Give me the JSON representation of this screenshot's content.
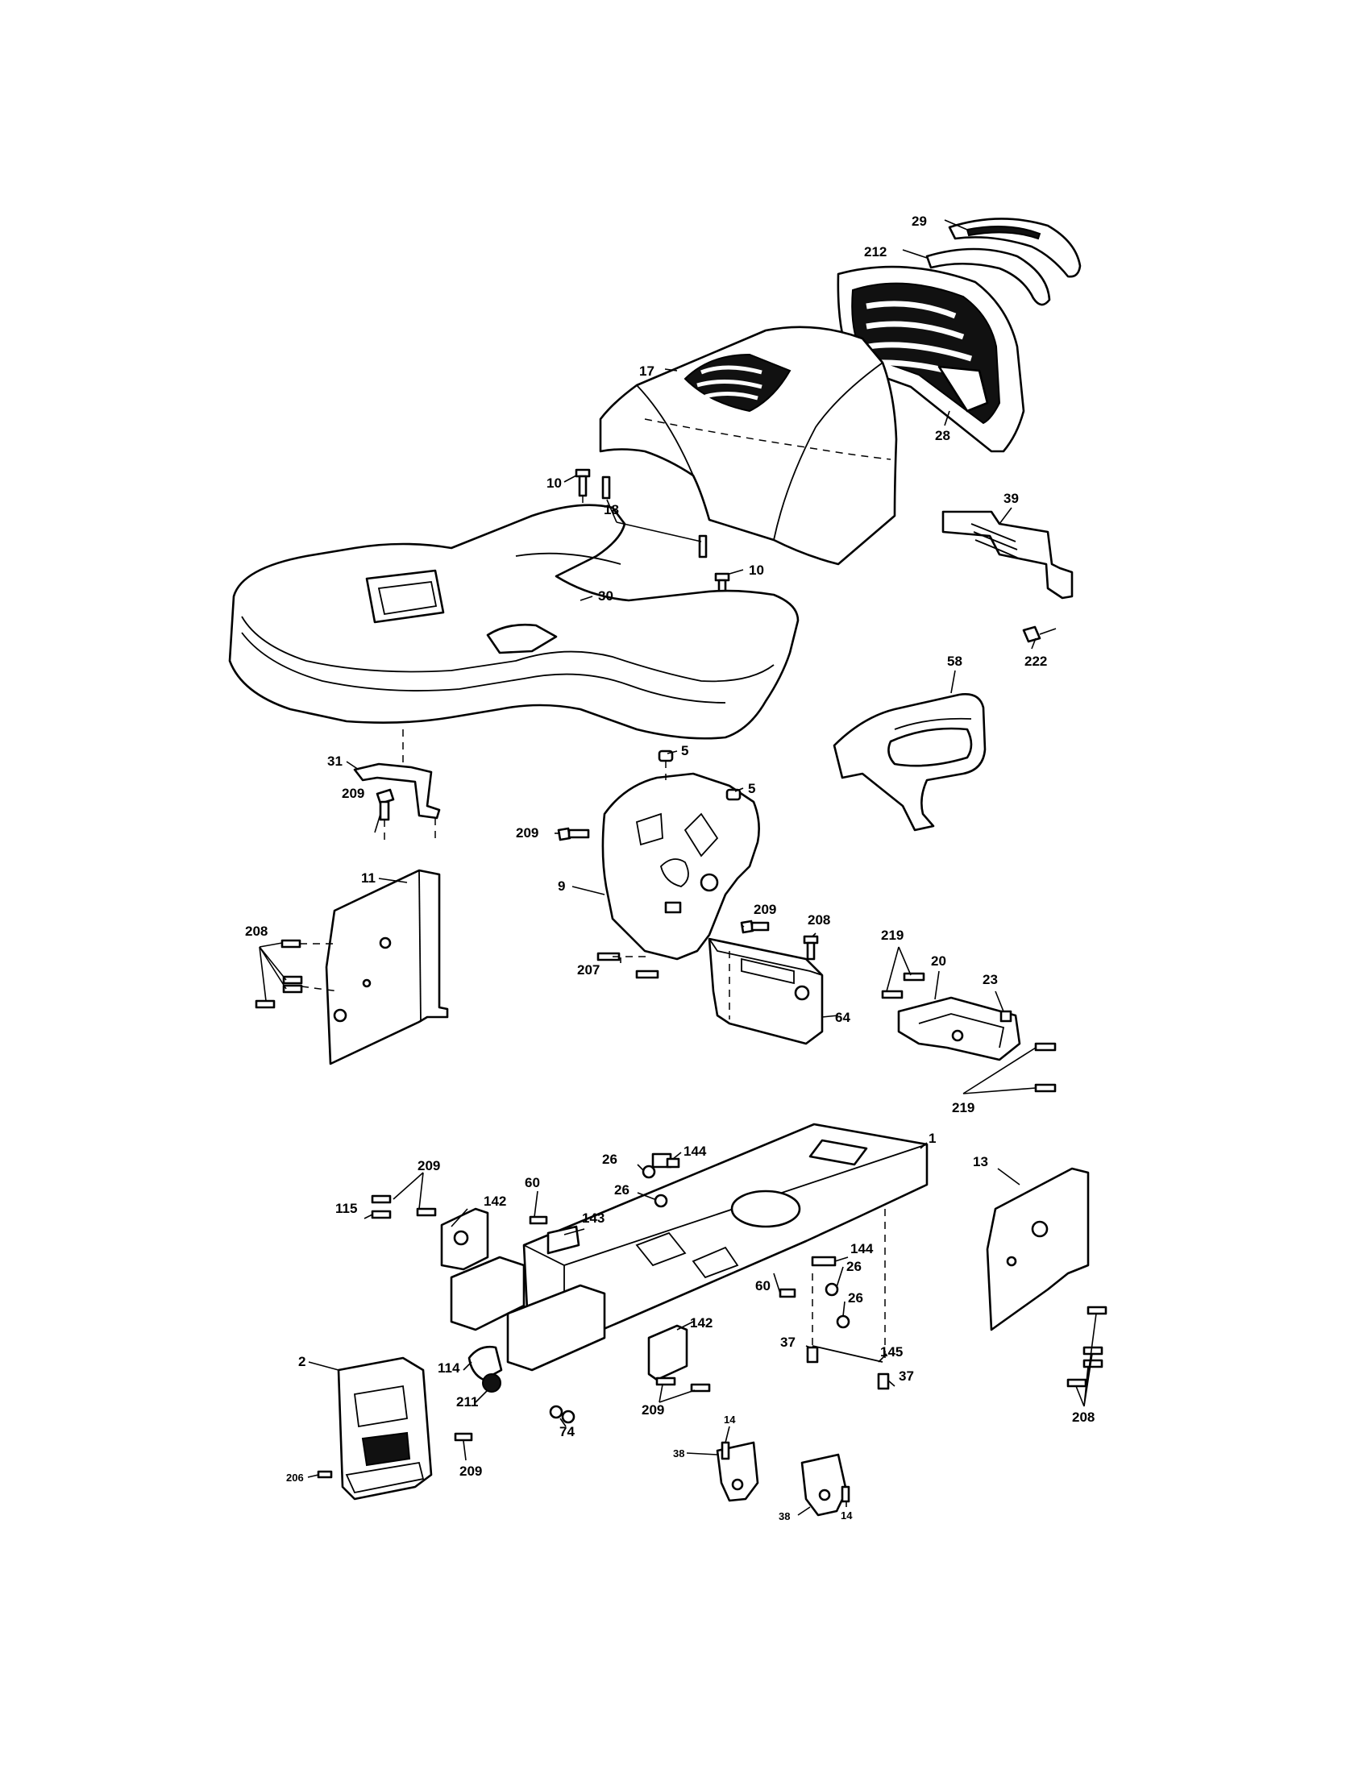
{
  "callouts": {
    "c29": "29",
    "c212": "212",
    "c17": "17",
    "c28": "28",
    "c10a": "10",
    "c18": "18",
    "c10b": "10",
    "c30": "30",
    "c39": "39",
    "c222": "222",
    "c58": "58",
    "c31": "31",
    "c209a": "209",
    "c5a": "5",
    "c5b": "5",
    "c209b": "209",
    "c9": "9",
    "c209c": "209",
    "c208a": "208",
    "c207": "207",
    "c64": "64",
    "c208b": "208",
    "c11": "11",
    "c219a": "219",
    "c20": "20",
    "c23": "23",
    "c219b": "219",
    "c1": "1",
    "c144a": "144",
    "c26a": "26",
    "c26b": "26",
    "c209d": "209",
    "c60a": "60",
    "c115": "115",
    "c142a": "142",
    "c143": "143",
    "c13": "13",
    "c144b": "144",
    "c26c": "26",
    "c60b": "60",
    "c26d": "26",
    "c145": "145",
    "c37a": "37",
    "c37b": "37",
    "c142b": "142",
    "c114": "114",
    "c211": "211",
    "c74": "74",
    "c209e": "209",
    "c2": "2",
    "c206": "206",
    "c209f": "209",
    "c208c": "208",
    "c14a": "14",
    "c38a": "38",
    "c38b": "38",
    "c14b": "14"
  }
}
